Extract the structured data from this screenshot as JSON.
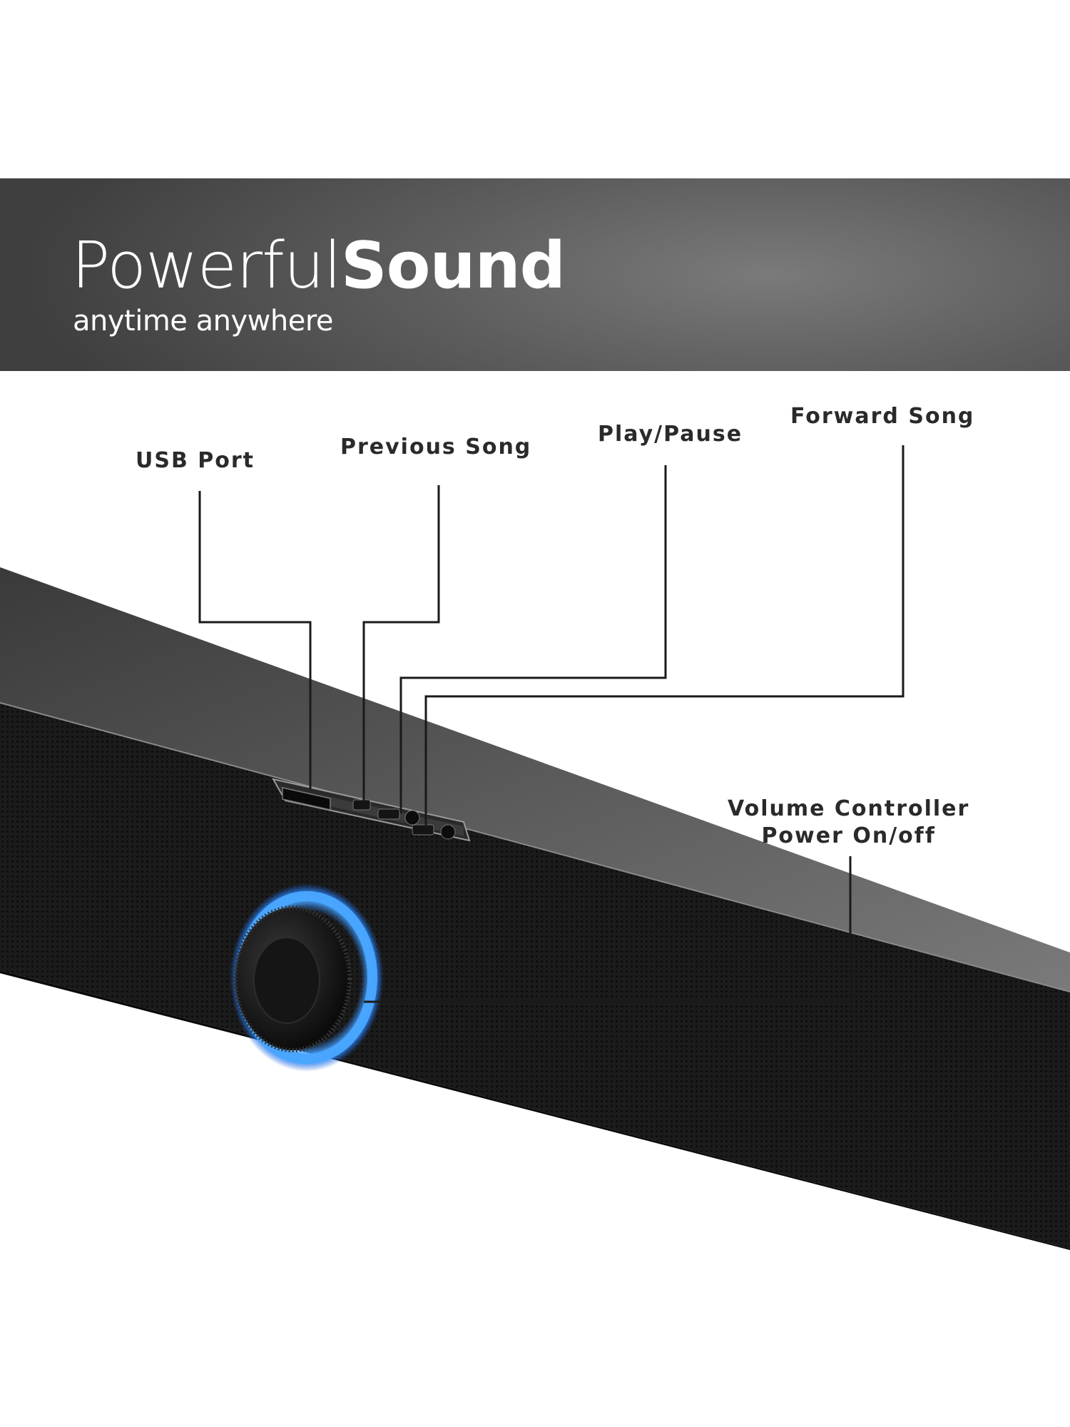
{
  "banner": {
    "headline_light": "Powerful",
    "headline_bold": "Sound",
    "tagline": "anytime anywhere"
  },
  "callouts": {
    "usb_port": "USB Port",
    "previous_song": "Previous Song",
    "play_pause": "Play/Pause",
    "forward_song": "Forward Song",
    "volume_line1": "Volume Controller",
    "volume_line2": "Power On/off"
  },
  "colors": {
    "banner_gray": "#5e5e5e",
    "led_ring_blue": "#2f8cff",
    "speaker_body": "#1c1c1c"
  }
}
